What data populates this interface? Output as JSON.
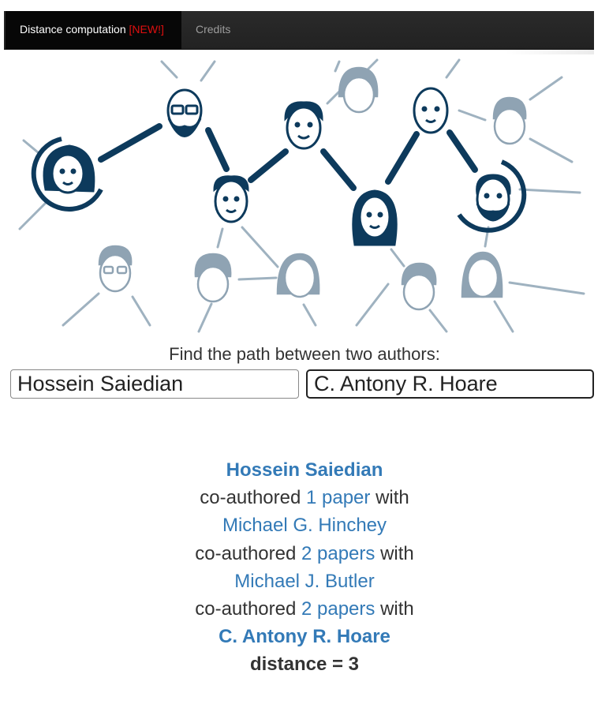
{
  "nav": {
    "active_label": "Distance computation",
    "new_badge": "[NEW!]",
    "credits_label": "Credits"
  },
  "colors": {
    "navbar": "#222222",
    "link": "#337ab7",
    "new_badge": "#e10f0f",
    "face_dark": "#0d3a5c",
    "face_light": "#8fa3b3"
  },
  "search": {
    "prompt": "Find the path between two authors:",
    "author_a": "Hossein Saiedian",
    "author_b": "C. Antony R. Hoare"
  },
  "result": {
    "start_author": "Hossein Saiedian",
    "steps": [
      {
        "prefix": "co-authored",
        "papers": "1 paper",
        "suffix": "with",
        "author": "Michael G. Hinchey"
      },
      {
        "prefix": "co-authored",
        "papers": "2 papers",
        "suffix": "with",
        "author": "Michael J. Butler"
      },
      {
        "prefix": "co-authored",
        "papers": "2 papers",
        "suffix": "with",
        "author": "C. Antony R. Hoare"
      }
    ],
    "distance_label": "distance = 3"
  }
}
